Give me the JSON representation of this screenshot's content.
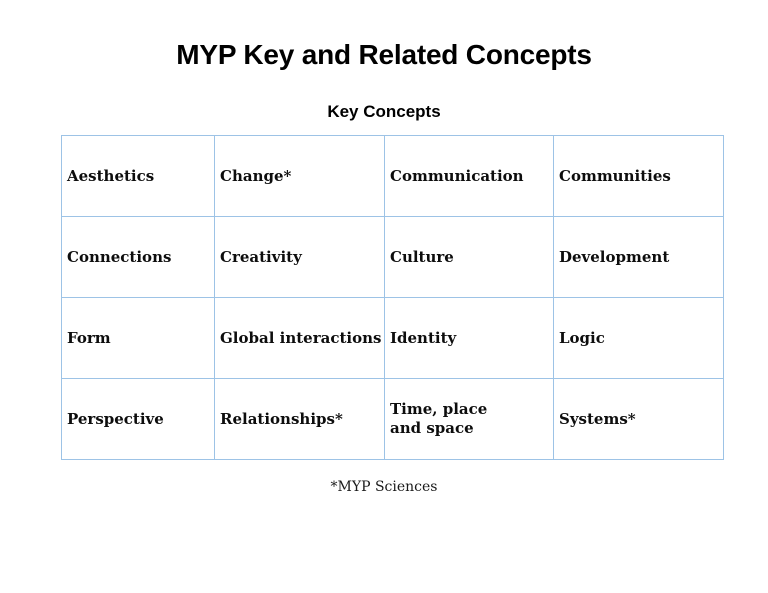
{
  "slide": {
    "background_color": "#ffffff",
    "title": "MYP Key and Related Concepts",
    "subtitle": "Key Concepts",
    "footnote": "*MYP Sciences"
  },
  "table": {
    "border_color": "#9dc3e6",
    "columns": 4,
    "rows": 4,
    "cells": [
      [
        "Aesthetics",
        "Change*",
        "Communication",
        "Communities"
      ],
      [
        "Connections",
        "Creativity",
        "Culture",
        "Development"
      ],
      [
        "Form",
        "Global interactions",
        "Identity",
        "Logic"
      ],
      [
        "Perspective",
        "Relationships*",
        "Time, place\n and space",
        "Systems*"
      ]
    ]
  }
}
